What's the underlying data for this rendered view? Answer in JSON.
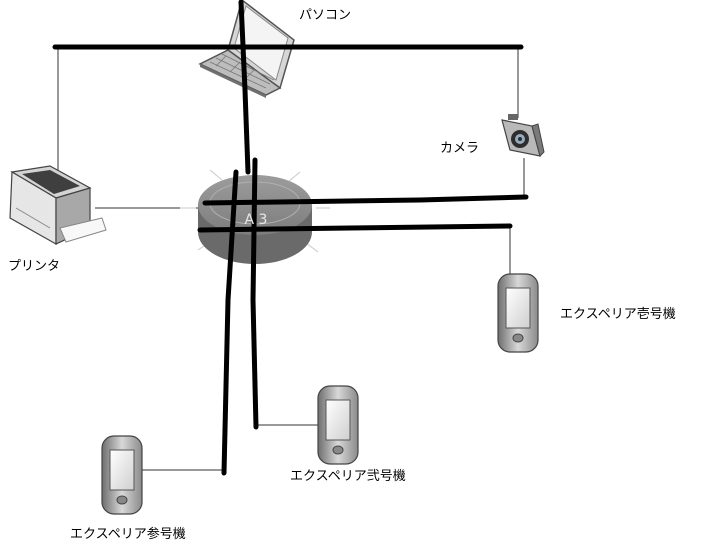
{
  "nodes": {
    "pc": {
      "label": "パソコン",
      "icon": "laptop-icon"
    },
    "camera": {
      "label": "カメラ",
      "icon": "camera-icon"
    },
    "printer": {
      "label": "プリンタ",
      "icon": "printer-icon"
    },
    "hub": {
      "label": "A 3",
      "icon": "router-icon"
    },
    "phone1": {
      "label": "エクスペリア壱号機",
      "icon": "smartphone-icon"
    },
    "phone2": {
      "label": "エクスペリア弐号機",
      "icon": "smartphone-icon"
    },
    "phone3": {
      "label": "エクスペリア参号機",
      "icon": "smartphone-icon"
    }
  },
  "colors": {
    "line": "#000000",
    "device": "#9a9a9a",
    "hub": "#7a7a7a"
  }
}
